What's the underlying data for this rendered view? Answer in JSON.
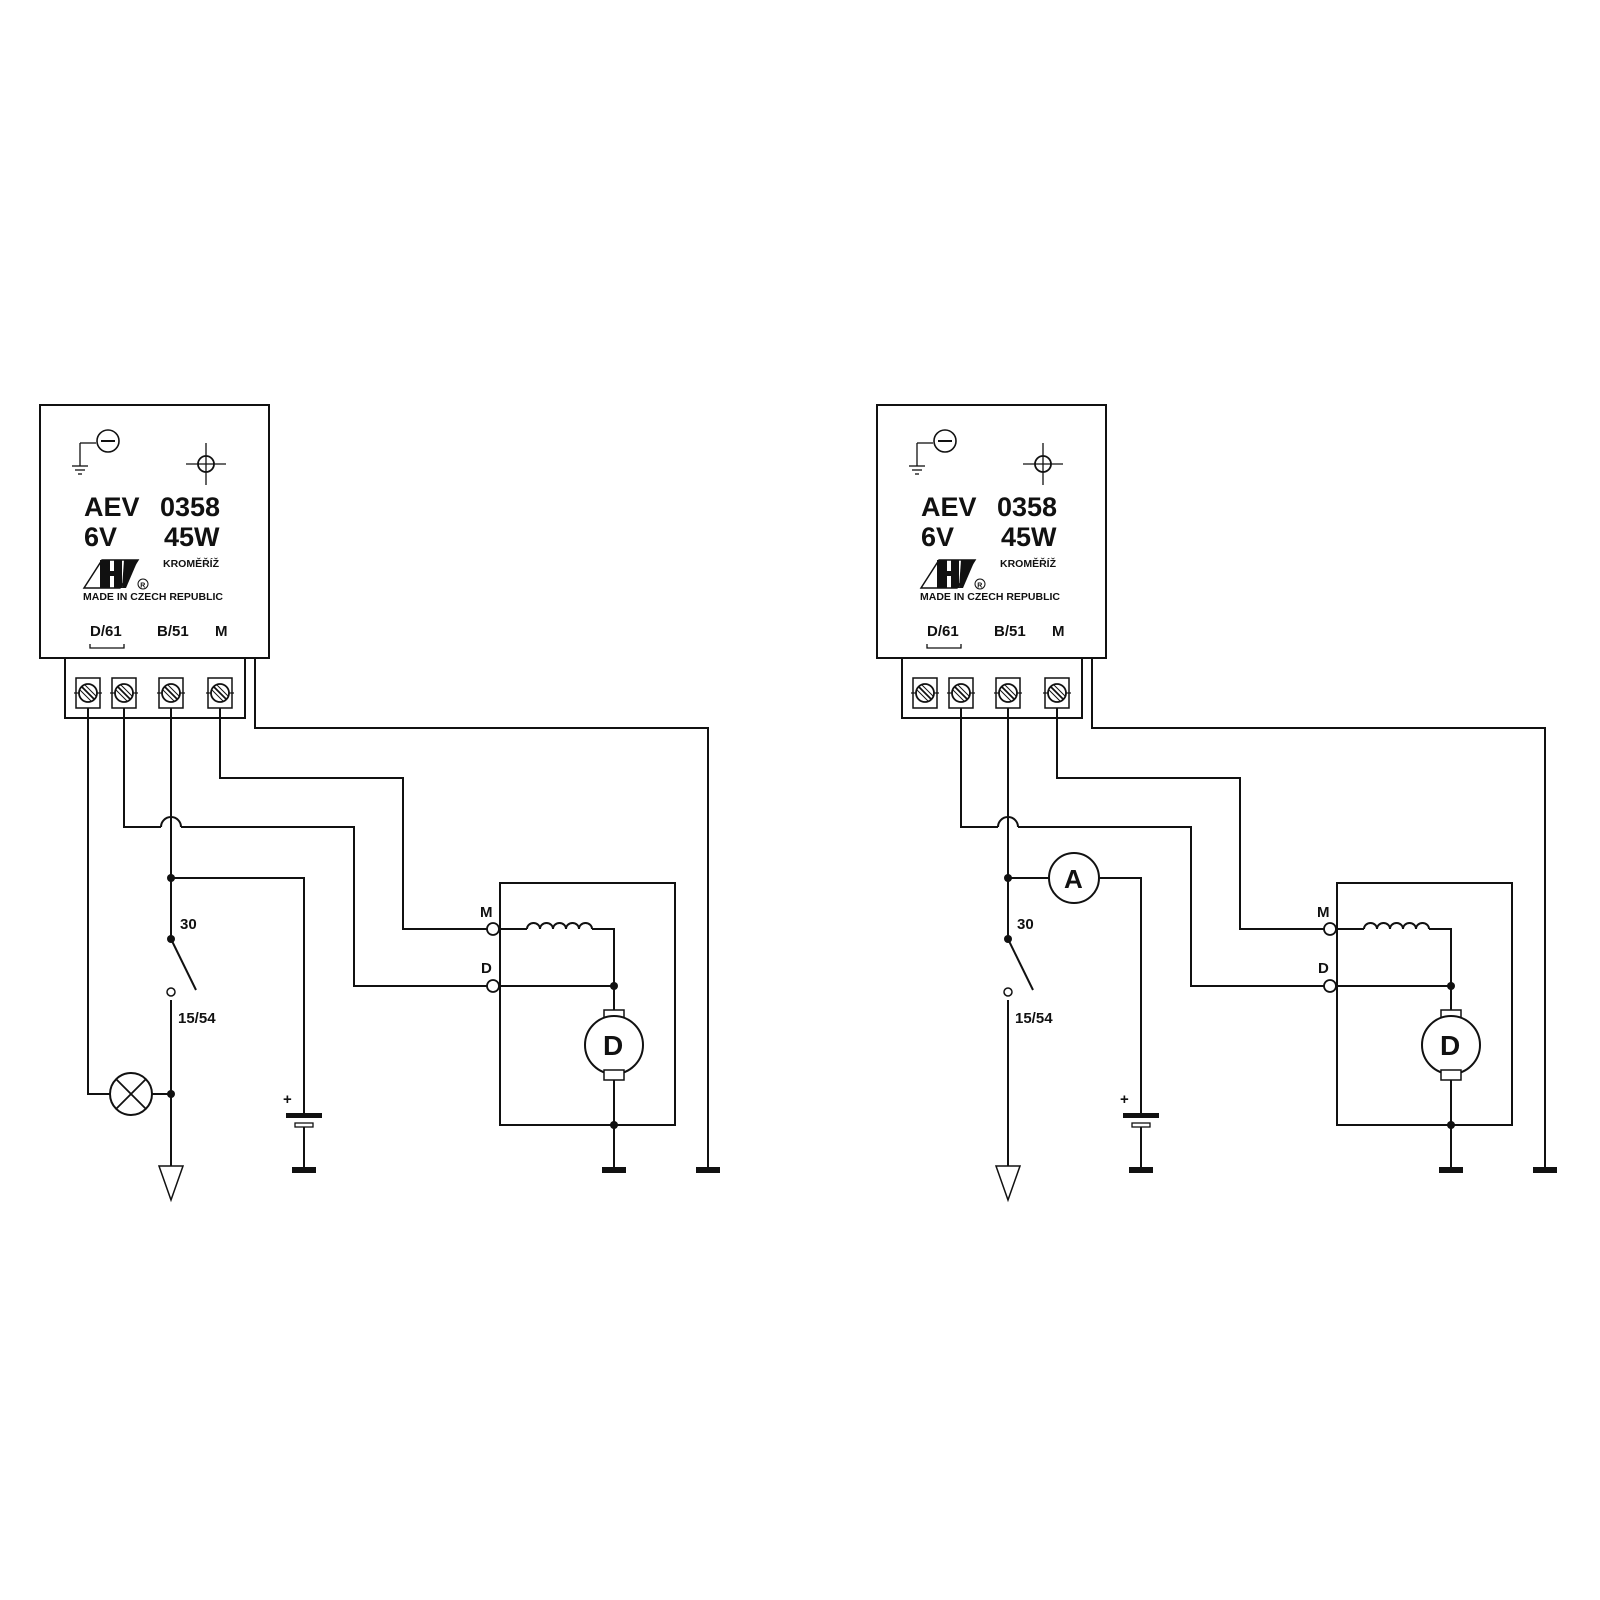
{
  "diagrams": [
    {
      "id": "left",
      "regulator": {
        "model": "AEV",
        "number": "0358",
        "voltage": "6V",
        "power": "45W",
        "city": "KROMĚŘÍŽ",
        "origin": "MADE IN CZECH REPUBLIC",
        "terminals": [
          "D/61",
          "B/51",
          "M"
        ]
      },
      "switch": {
        "top": "30",
        "bottom": "15/54"
      },
      "dynamo": {
        "label": "D",
        "pin_m": "M",
        "pin_d": "D"
      },
      "battery_plus": "+",
      "charge_indicator": "lamp"
    },
    {
      "id": "right",
      "regulator": {
        "model": "AEV",
        "number": "0358",
        "voltage": "6V",
        "power": "45W",
        "city": "KROMĚŘÍŽ",
        "origin": "MADE IN CZECH REPUBLIC",
        "terminals": [
          "D/61",
          "B/51",
          "M"
        ]
      },
      "switch": {
        "top": "30",
        "bottom": "15/54"
      },
      "dynamo": {
        "label": "D",
        "pin_m": "M",
        "pin_d": "D"
      },
      "battery_plus": "+",
      "charge_indicator": "ammeter",
      "ammeter_label": "A"
    }
  ]
}
